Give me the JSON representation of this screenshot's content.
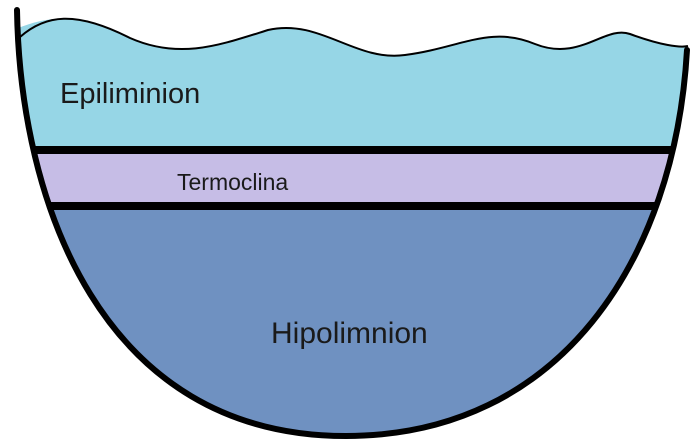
{
  "diagram": {
    "layers": {
      "epilimnion": {
        "label": "Epiliminion",
        "color": "#96d6e6"
      },
      "termoclina": {
        "label": "Termoclina",
        "color": "#c6bde6"
      },
      "hipolimnion": {
        "label": "Hipolimnion",
        "color": "#6f91c1"
      }
    },
    "outline_color": "#000000",
    "background_color": "#ffffff"
  }
}
